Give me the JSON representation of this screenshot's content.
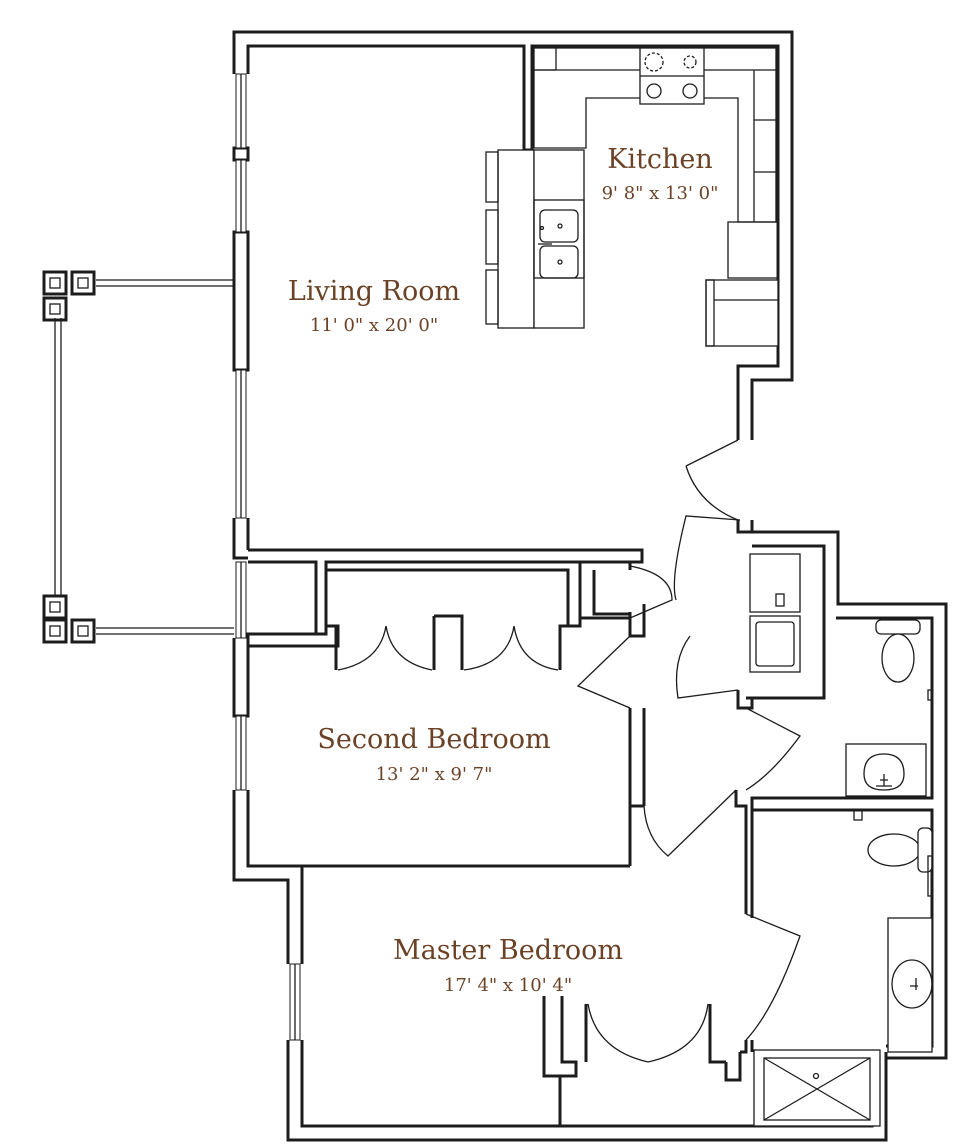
{
  "rooms": {
    "kitchen": {
      "name": "Kitchen",
      "dims": "9' 8\" x 13' 0\""
    },
    "living_room": {
      "name": "Living Room",
      "dims": "11' 0\" x 20' 0\""
    },
    "second_bedroom": {
      "name": "Second Bedroom",
      "dims": "13' 2\" x 9' 7\""
    },
    "master_bedroom": {
      "name": "Master Bedroom",
      "dims": "17' 4\" x 10' 4\""
    }
  },
  "colors": {
    "label": "#6b4226",
    "wall": "#1c1c1c",
    "background": "#ffffff"
  }
}
